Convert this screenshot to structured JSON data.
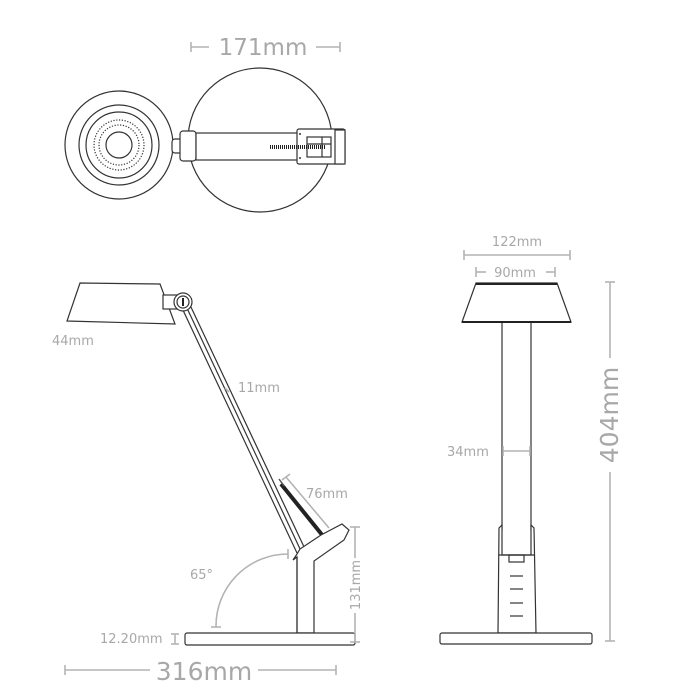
{
  "diagram": {
    "subject": "Desk lamp technical dimension drawing",
    "views": [
      "top-view",
      "side-view",
      "front-view"
    ],
    "colors": {
      "line": "#333333",
      "dimension": "#b4b4b4",
      "label": "#a8a8a8"
    }
  },
  "top_view": {
    "width_label": "171mm"
  },
  "side_view": {
    "shade_height_label": "44mm",
    "arm_width_label": "11mm",
    "spring_length_label": "76mm",
    "angle_label": "65°",
    "stem_height_label": "131mm",
    "base_thickness_label": "12.20mm",
    "base_length_label": "316mm"
  },
  "front_view": {
    "shade_outer_label": "122mm",
    "shade_inner_label": "90mm",
    "stem_width_label": "34mm",
    "total_height_label": "404mm"
  }
}
